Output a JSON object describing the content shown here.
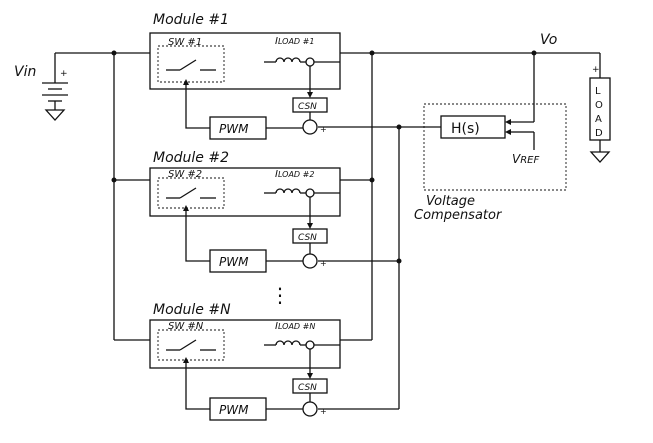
{
  "modules": [
    {
      "title": "Module #1",
      "switch_label": "SW #1",
      "load_label_main": "I",
      "load_label_sub": "LOAD #1",
      "pwm_label": "PWM",
      "csn_label": "CSN"
    },
    {
      "title": "Module #2",
      "switch_label": "SW #2",
      "load_label_main": "I",
      "load_label_sub": "LOAD #2",
      "pwm_label": "PWM",
      "csn_label": "CSN"
    },
    {
      "title": "Module #N",
      "switch_label": "SW #N",
      "load_label_main": "I",
      "load_label_sub": "LOAD #N",
      "pwm_label": "PWM",
      "csn_label": "CSN"
    }
  ],
  "labels": {
    "vin": "Vin",
    "vo": "Vo",
    "load": [
      "L",
      "O",
      "A",
      "D"
    ],
    "hs": "H(s)",
    "vref_main": "V",
    "vref_sub": "REF",
    "compensator_line1": "Voltage",
    "compensator_line2": "Compensator",
    "ellipsis": "⋮",
    "plus": "+",
    "minus": "-"
  }
}
